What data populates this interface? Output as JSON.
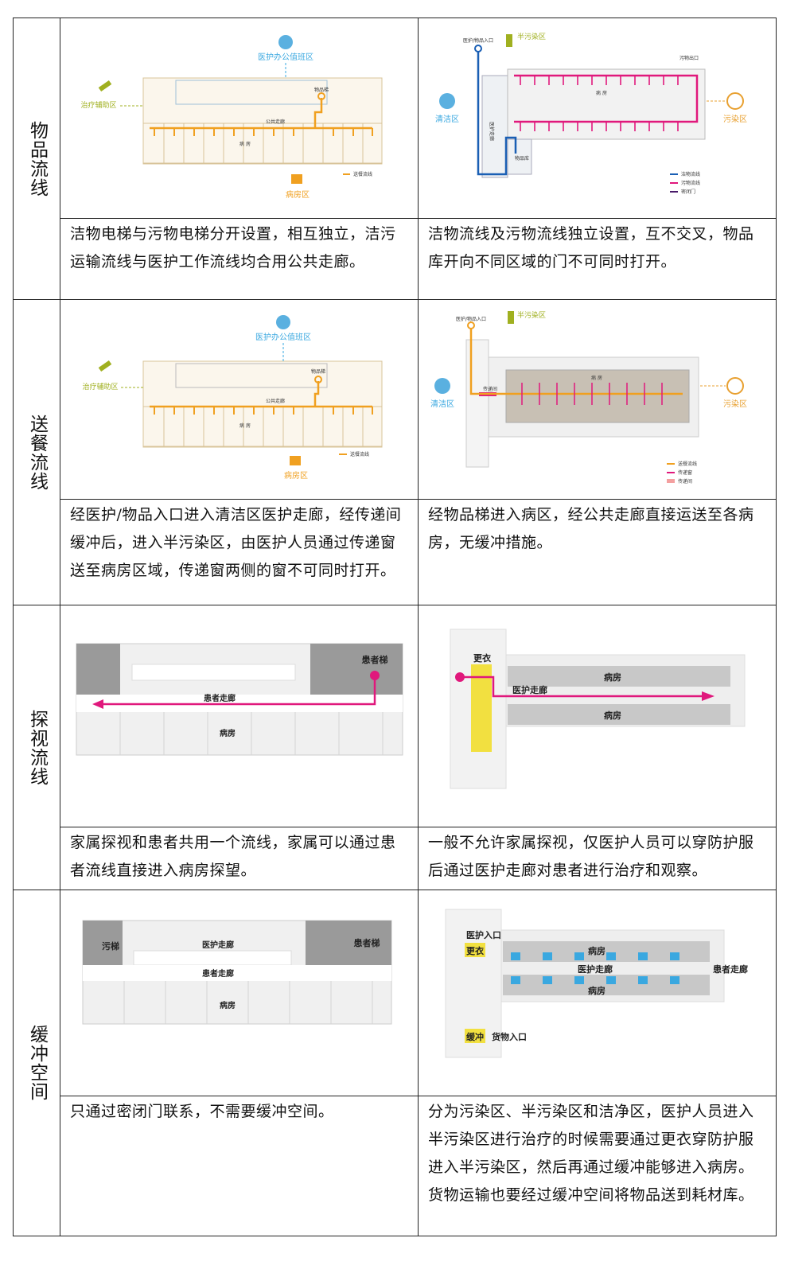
{
  "rows": [
    {
      "head": "物品流线",
      "left": {
        "labels": {
          "medical_office": "医护办公值班区",
          "treatment_aux": "治疗辅助区",
          "ward_zone": "病房区",
          "elevator": "物品梯",
          "corridor": "公共走廊",
          "ward": "病 房",
          "legend": "送餐流线"
        },
        "text": "洁物电梯与污物电梯分开设置，相互独立，洁污运输流线与医护工作流线均合用公共走廊。"
      },
      "right": {
        "labels": {
          "entrance": "医护/物品入口",
          "semi_polluted": "半污染区",
          "dirt_exit": "污物出口",
          "clean_zone": "清洁区",
          "polluted_zone": "污染区",
          "corridor": "医护走廊",
          "store": "物品库",
          "ward": "病 房",
          "legend1": "洁物流线",
          "legend2": "污物流线",
          "legend3": "密闭门"
        },
        "text": "洁物流线及污物流线独立设置，互不交叉，物品库开向不同区域的门不可同时打开。"
      }
    },
    {
      "head": "送餐流线",
      "left": {
        "labels": {
          "medical_office": "医护办公值班区",
          "treatment_aux": "治疗辅助区",
          "ward_zone": "病房区",
          "elevator": "物品梯",
          "corridor": "公共走廊",
          "ward": "病 房",
          "legend": "送餐流线"
        },
        "text": "经医护/物品入口进入清洁区医护走廊，经传递间缓冲后，进入半污染区，由医护人员通过传递窗送至病房区域，传递窗两侧的窗不可同时打开。"
      },
      "right": {
        "labels": {
          "entrance": "医护/物品入口",
          "semi_polluted": "半污染区",
          "clean_zone": "清洁区",
          "polluted_zone": "污染区",
          "pass_room": "传递间",
          "ward": "病 房",
          "legend1": "送餐流线",
          "legend2": "传递窗",
          "legend3": "传递间"
        },
        "text": "经物品梯进入病区，经公共走廊直接运送至各病房，无缓冲措施。"
      }
    },
    {
      "head": "探视流线",
      "left": {
        "labels": {
          "patient_elevator": "患者梯",
          "patient_corridor": "患者走廊",
          "ward": "病房"
        },
        "text": "家属探视和患者共用一个流线，家属可以通过患者流线直接进入病房探望。"
      },
      "right": {
        "labels": {
          "changing": "更衣",
          "medical_corridor": "医护走廊",
          "ward": "病房"
        },
        "text": "一般不允许家属探视，仅医护人员可以穿防护服后通过医护走廊对患者进行治疗和观察。"
      }
    },
    {
      "head": "缓冲空间",
      "left": {
        "labels": {
          "dirt_elevator": "污梯",
          "medical_corridor": "医护走廊",
          "patient_elevator": "患者梯",
          "patient_corridor": "患者走廊",
          "ward": "病房"
        },
        "text": "只通过密闭门联系，不需要缓冲空间。"
      },
      "right": {
        "labels": {
          "medical_entrance": "医护入口",
          "changing": "更衣",
          "ward": "病房",
          "medical_corridor": "医护走廊",
          "patient_corridor": "患者走廊",
          "buffer": "缓冲",
          "goods_entrance": "货物入口"
        },
        "text": "分为污染区、半污染区和洁净区，医护人员进入半污染区进行治疗的时候需要通过更衣穿防护服进入半污染区，然后再通过缓冲能够进入病房。货物运输也要经过缓冲空间将物品送到耗材库。"
      }
    }
  ],
  "colors": {
    "orange": "#f0a020",
    "magenta": "#e0187c",
    "blue": "#1a5fb4",
    "olive": "#a0b020",
    "cyan": "#3aa8e0",
    "yellow": "#f2e040"
  }
}
